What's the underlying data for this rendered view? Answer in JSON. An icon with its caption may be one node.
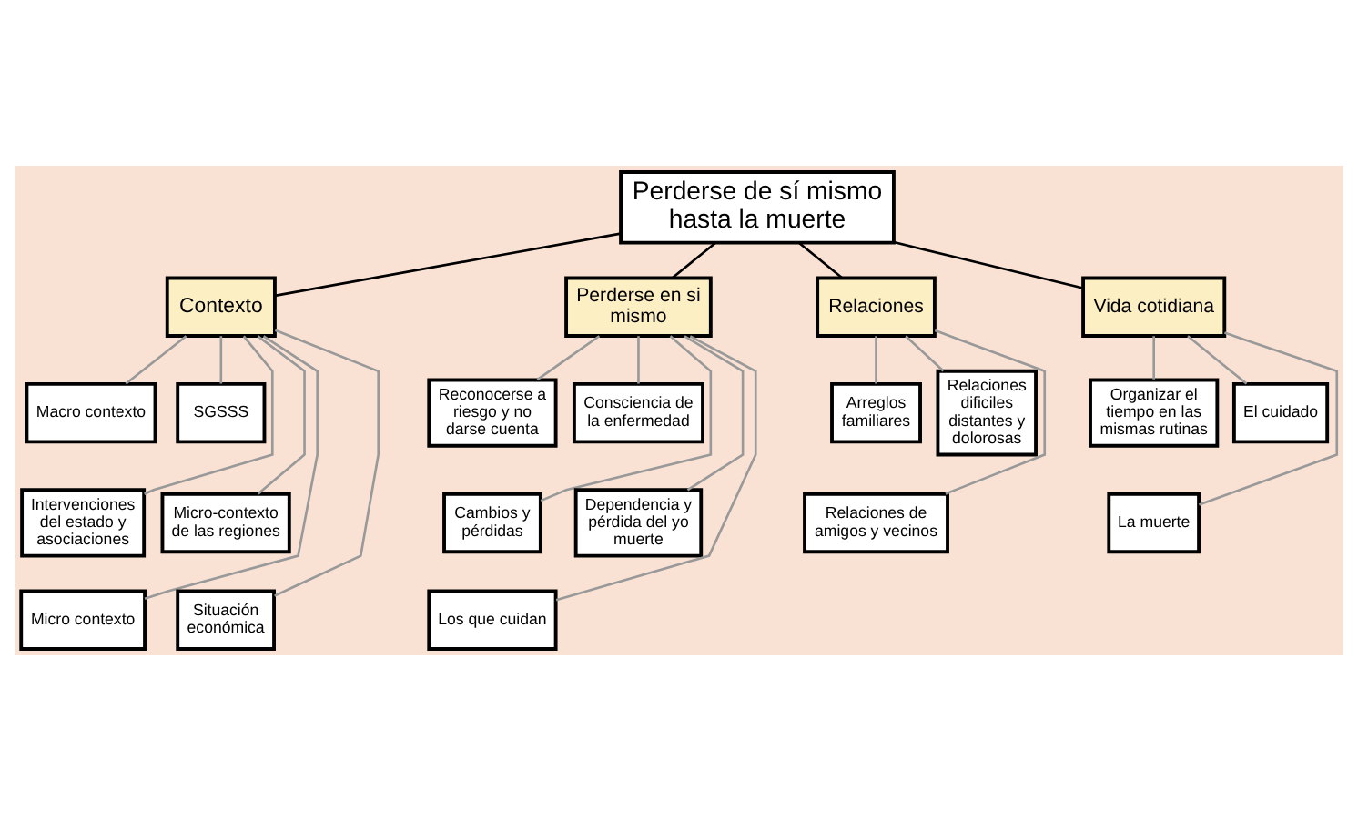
{
  "diagram": {
    "nodes": [
      {
        "text": [
          "Perderse de sí mismo hasta la muerte"
        ]
      },
      {
        "text": [
          "Contexto"
        ]
      },
      {
        "text": [
          "Macro contexto"
        ]
      },
      {
        "text": [
          "SGSSS"
        ]
      },
      {
        "text": [
          "Intervenciones del estado y asociaciones"
        ]
      },
      {
        "text": [
          "Micro-contexto de las regiones"
        ]
      },
      {
        "text": [
          "Micro contexto"
        ]
      },
      {
        "text": [
          "Situación económica"
        ]
      },
      {
        "text": [
          "Perderse en si mismo"
        ]
      },
      {
        "text": [
          "Reconocerse a riesgo y no darse cuenta"
        ]
      },
      {
        "text": [
          "Consciencia de la enfermedad"
        ]
      },
      {
        "text": [
          "Cambios y pérdidas"
        ]
      },
      {
        "text": [
          "Dependencia y pérdida del yo muerte"
        ]
      },
      {
        "text": [
          "Los que cuidan"
        ]
      },
      {
        "text": [
          "Relaciones"
        ]
      },
      {
        "text": [
          "Arreglos familiares"
        ]
      },
      {
        "text": [
          "Relaciones dificiles distantes y dolorosas"
        ]
      },
      {
        "text": [
          "Relaciones de amigos y vecinos"
        ]
      },
      {
        "text": [
          "Vida cotidiana"
        ]
      },
      {
        "text": [
          "Organizar el tiempo en las mismas rutinas"
        ]
      },
      {
        "text": [
          "El cuidado"
        ]
      },
      {
        "text": [
          "La muerte"
        ]
      }
    ],
    "edges": [
      {
        "from": 0,
        "to": 1,
        "arrow": "none",
        "color": "#000000"
      },
      {
        "from": 0,
        "to": 8,
        "arrow": "none",
        "color": "#000000"
      },
      {
        "from": 0,
        "to": 14,
        "arrow": "none",
        "color": "#000000"
      },
      {
        "from": 0,
        "to": 18,
        "arrow": "none",
        "color": "#000000"
      },
      {
        "from": 1,
        "to": 2,
        "arrow": "none"
      },
      {
        "from": 1,
        "to": 3,
        "arrow": "none"
      },
      {
        "from": 1,
        "to": 4,
        "arrow": "none"
      },
      {
        "from": 1,
        "to": 5,
        "arrow": "none"
      },
      {
        "from": 1,
        "to": 6,
        "arrow": "none"
      },
      {
        "from": 1,
        "to": 7,
        "arrow": "none"
      },
      {
        "from": 8,
        "to": 9,
        "arrow": "none"
      },
      {
        "from": 8,
        "to": 10,
        "arrow": "none"
      },
      {
        "from": 8,
        "to": 11,
        "arrow": "none"
      },
      {
        "from": 8,
        "to": 12,
        "arrow": "none"
      },
      {
        "from": 8,
        "to": 13,
        "arrow": "none"
      },
      {
        "from": 14,
        "to": 15,
        "arrow": "none"
      },
      {
        "from": 14,
        "to": 16,
        "arrow": "none"
      },
      {
        "from": 14,
        "to": 17,
        "arrow": "none"
      },
      {
        "from": 18,
        "to": 19,
        "arrow": "none"
      },
      {
        "from": 18,
        "to": 20,
        "arrow": "none"
      },
      {
        "from": 18,
        "to": 21,
        "arrow": "none"
      }
    ]
  }
}
